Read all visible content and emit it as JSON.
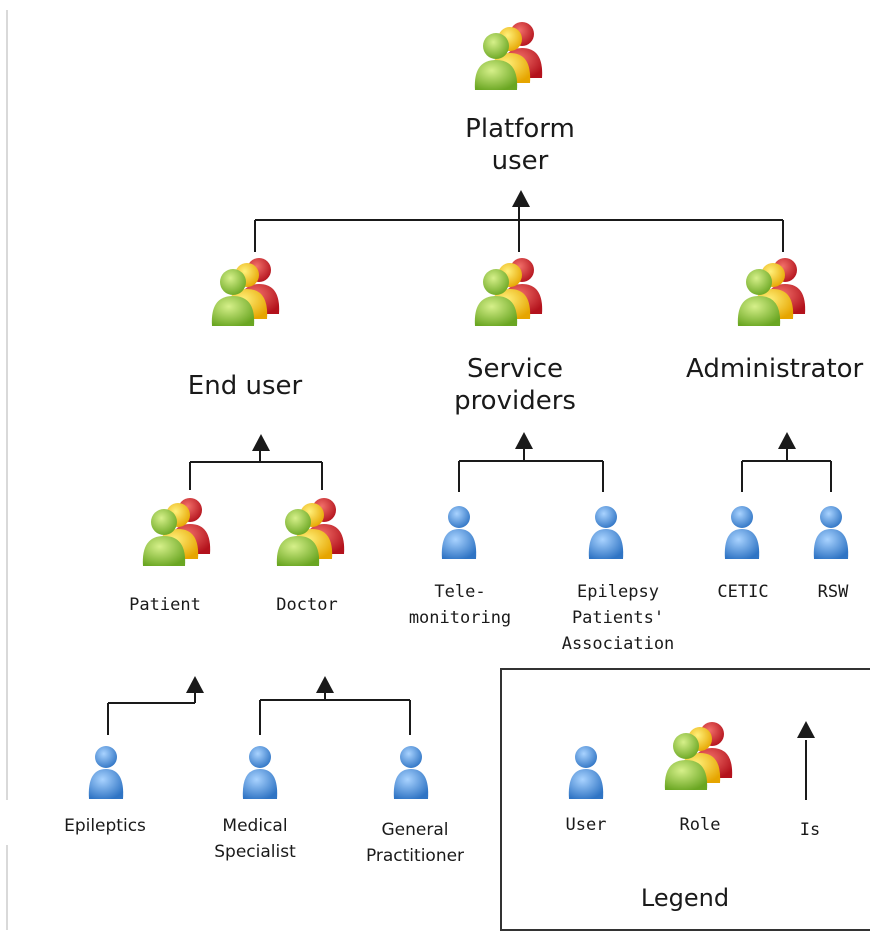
{
  "nodes": {
    "platform_user": "Platform\nuser",
    "end_user": "End user",
    "service_providers": "Service\nproviders",
    "administrator": "Administrator",
    "patient": "Patient",
    "doctor": "Doctor",
    "telemonitoring": "Tele-\nmonitoring",
    "epilepsy_association": "Epilepsy\nPatients'\nAssociation",
    "cetic": "CETIC",
    "rsw": "RSW",
    "epileptics": "Epileptics",
    "medical_specialist": "Medical\nSpecialist",
    "general_practitioner": "General\nPractitioner"
  },
  "legend": {
    "title": "Legend",
    "user": "User",
    "role": "Role",
    "is": "Is"
  },
  "colors": {
    "role_green": "#8cc63f",
    "role_yellow": "#f7c81e",
    "role_red": "#d4202a",
    "user_blue": "#4a90d9",
    "line": "#1a1a1a"
  }
}
